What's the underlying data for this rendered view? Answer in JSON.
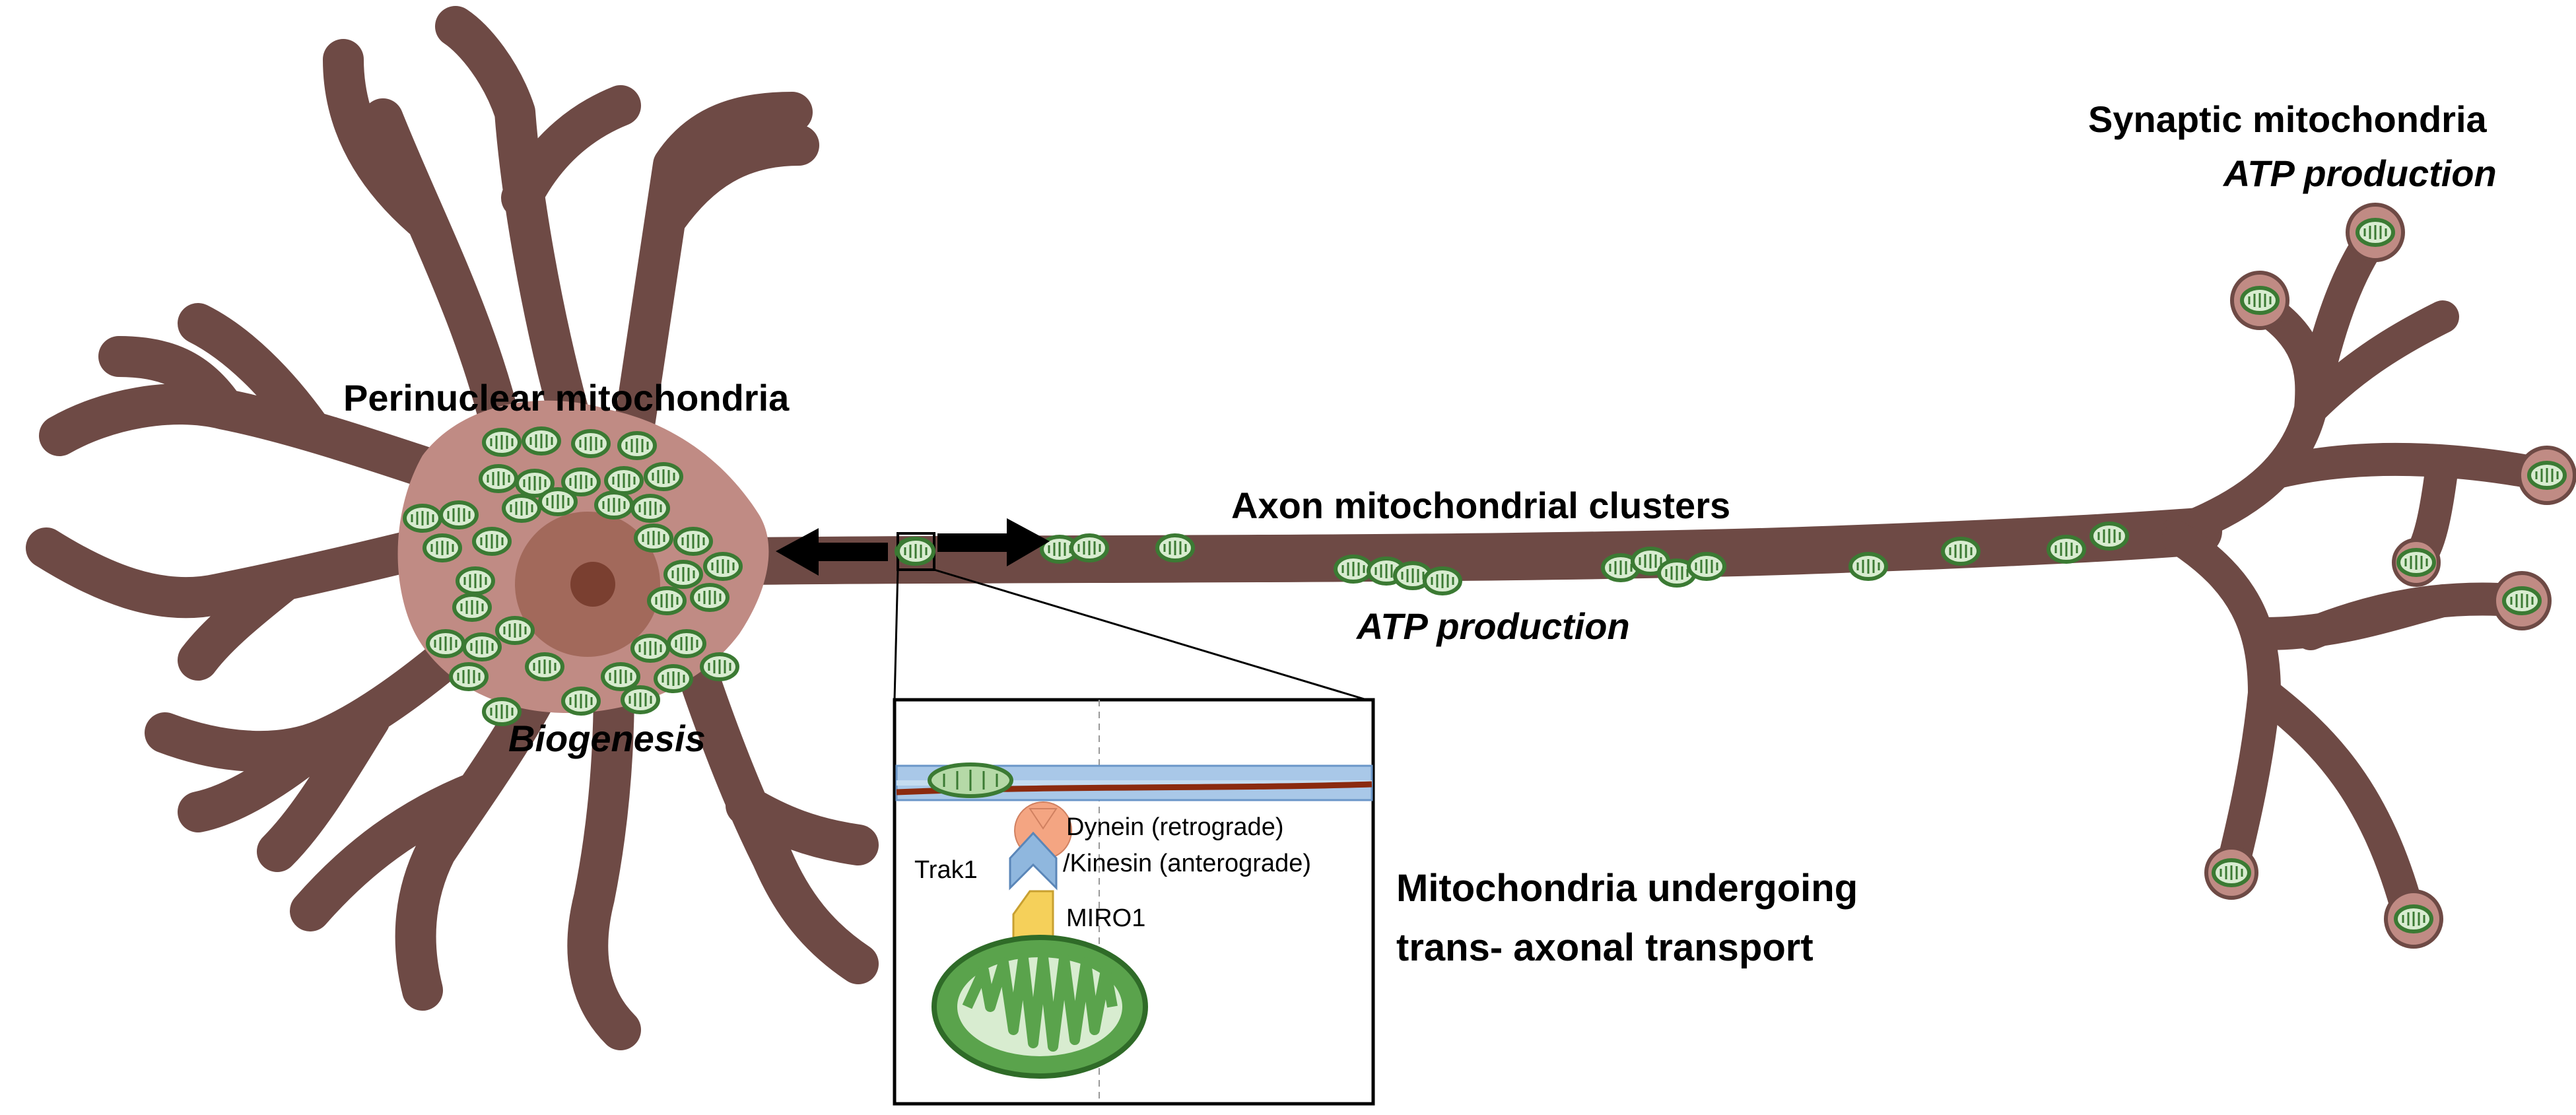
{
  "labels": {
    "perinuclear": "Perinuclear mitochondria",
    "biogenesis": "Biogenesis",
    "axon_clusters": "Axon mitochondrial clusters",
    "axon_atp": "ATP production",
    "synaptic": "Synaptic mitochondria",
    "synaptic_atp": "ATP production",
    "transport_line1": "Mitochondria undergoing",
    "transport_line2": "trans- axonal transport"
  },
  "inset": {
    "dynein": "Dynein (retrograde)",
    "kinesin": "/Kinesin (anterograde)",
    "trak1": "Trak1",
    "miro1": "MIRO1"
  },
  "colors": {
    "neuron_fill": "#c08b84",
    "neuron_stroke": "#6e4a45",
    "nucleus": "#9e6556",
    "nucleolus": "#7a3f30",
    "mito_fill": "#d8ecd0",
    "mito_stroke": "#3b7a33",
    "arrow": "#000000",
    "microtubule": "#a9c8e8",
    "actin": "#8b2a0e",
    "motor": "#f4a582",
    "trak1": "#8fb7de",
    "miro1": "#f5d05a",
    "mito_big": "#5aa34c"
  }
}
